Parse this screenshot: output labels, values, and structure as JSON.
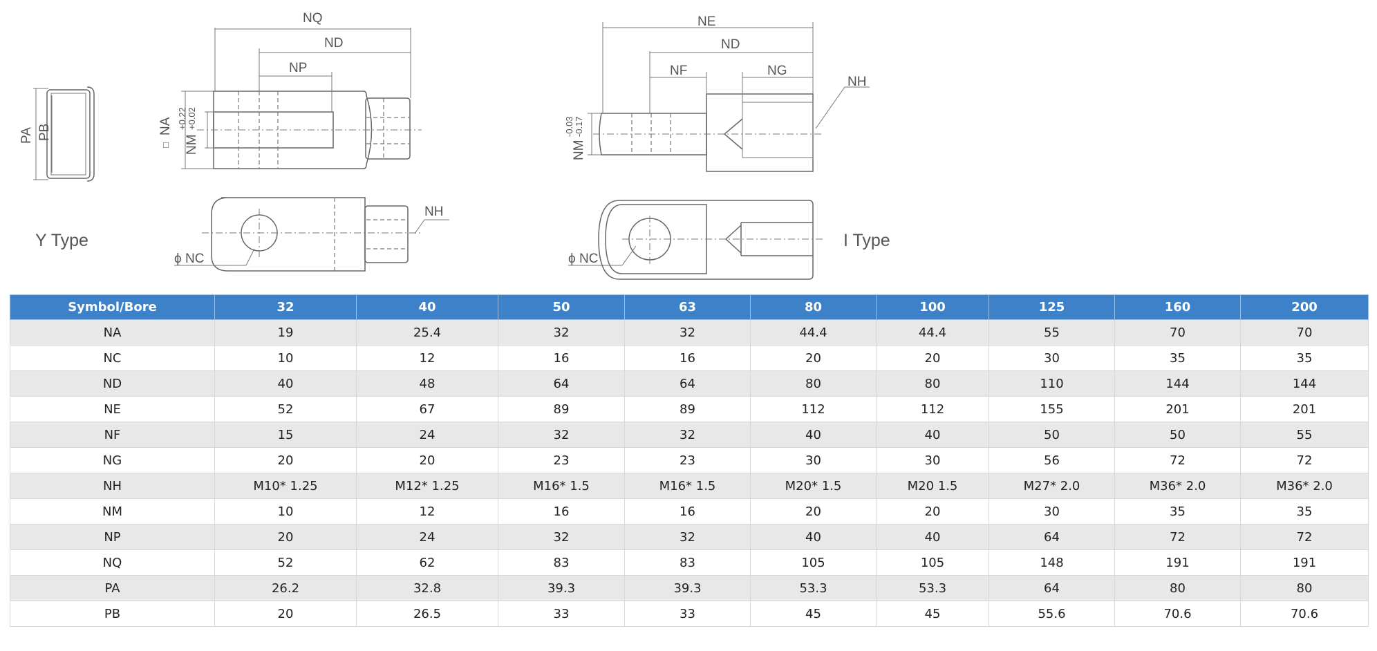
{
  "drawings": {
    "y_type_label": "Y Type",
    "i_type_label": "I Type",
    "y_dimensions": {
      "nq": "NQ",
      "nd": "ND",
      "np": "NP",
      "pa": "PA",
      "pb": "PB",
      "na": "NA",
      "na_prefix": "□",
      "nm": "NM",
      "nm_tol_upper": "+0.22",
      "nm_tol_lower": "+0.02",
      "nh": "NH",
      "nc": "NC",
      "nc_prefix": "ϕ"
    },
    "i_dimensions": {
      "ne": "NE",
      "nd": "ND",
      "nf": "NF",
      "ng": "NG",
      "nh": "NH",
      "nm": "NM",
      "nm_tol_upper": "-0.03",
      "nm_tol_lower": "-0.17",
      "nc": "NC",
      "nc_prefix": "ϕ"
    }
  },
  "table": {
    "headers": [
      "Symbol/Bore",
      "32",
      "40",
      "50",
      "63",
      "80",
      "100",
      "125",
      "160",
      "200"
    ],
    "rows": [
      [
        "NA",
        "19",
        "25.4",
        "32",
        "32",
        "44.4",
        "44.4",
        "55",
        "70",
        "70"
      ],
      [
        "NC",
        "10",
        "12",
        "16",
        "16",
        "20",
        "20",
        "30",
        "35",
        "35"
      ],
      [
        "ND",
        "40",
        "48",
        "64",
        "64",
        "80",
        "80",
        "110",
        "144",
        "144"
      ],
      [
        "NE",
        "52",
        "67",
        "89",
        "89",
        "112",
        "112",
        "155",
        "201",
        "201"
      ],
      [
        "NF",
        "15",
        "24",
        "32",
        "32",
        "40",
        "40",
        "50",
        "50",
        "55"
      ],
      [
        "NG",
        "20",
        "20",
        "23",
        "23",
        "30",
        "30",
        "56",
        "72",
        "72"
      ],
      [
        "NH",
        "M10* 1.25",
        "M12* 1.25",
        "M16* 1.5",
        "M16* 1.5",
        "M20* 1.5",
        "M20 1.5",
        "M27* 2.0",
        "M36* 2.0",
        "M36* 2.0"
      ],
      [
        "NM",
        "10",
        "12",
        "16",
        "16",
        "20",
        "20",
        "30",
        "35",
        "35"
      ],
      [
        "NP",
        "20",
        "24",
        "32",
        "32",
        "40",
        "40",
        "64",
        "72",
        "72"
      ],
      [
        "NQ",
        "52",
        "62",
        "83",
        "83",
        "105",
        "105",
        "148",
        "191",
        "191"
      ],
      [
        "PA",
        "26.2",
        "32.8",
        "39.3",
        "39.3",
        "53.3",
        "53.3",
        "64",
        "80",
        "80"
      ],
      [
        "PB",
        "20",
        "26.5",
        "33",
        "33",
        "45",
        "45",
        "55.6",
        "70.6",
        "70.6"
      ]
    ]
  }
}
